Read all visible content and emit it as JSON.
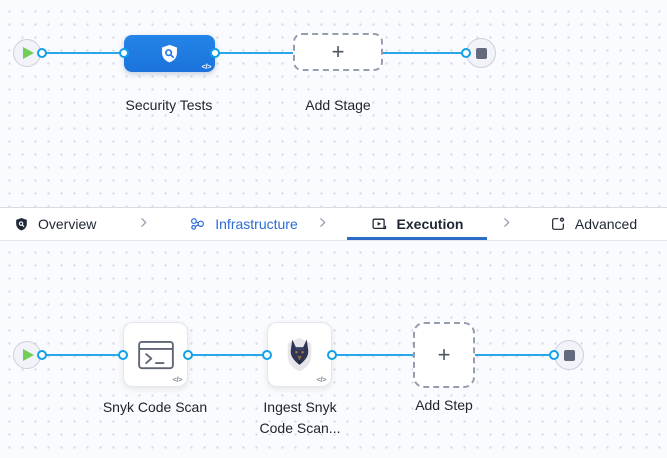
{
  "tabs": [
    {
      "label": "Overview"
    },
    {
      "label": "Infrastructure"
    },
    {
      "label": "Execution"
    },
    {
      "label": "Advanced"
    }
  ],
  "stage_canvas": {
    "stage_label": "Security Tests",
    "add_stage_label": "Add Stage",
    "plus": "+",
    "code_glyph": "</>"
  },
  "execution_canvas": {
    "steps": [
      {
        "label": "Snyk Code Scan"
      },
      {
        "label": "Ingest Snyk Code Scan..."
      }
    ],
    "add_step_label": "Add Step",
    "plus": "+",
    "code_glyph": "</>"
  },
  "colors": {
    "edge_blue": "#2aa7e8",
    "stage_blue": "#1f7ce4",
    "active_tab_underline": "#2d6cc4",
    "link_blue": "#2b6cd4",
    "success_green": "#6fce54",
    "canvas_bg": "#fafbfe"
  }
}
